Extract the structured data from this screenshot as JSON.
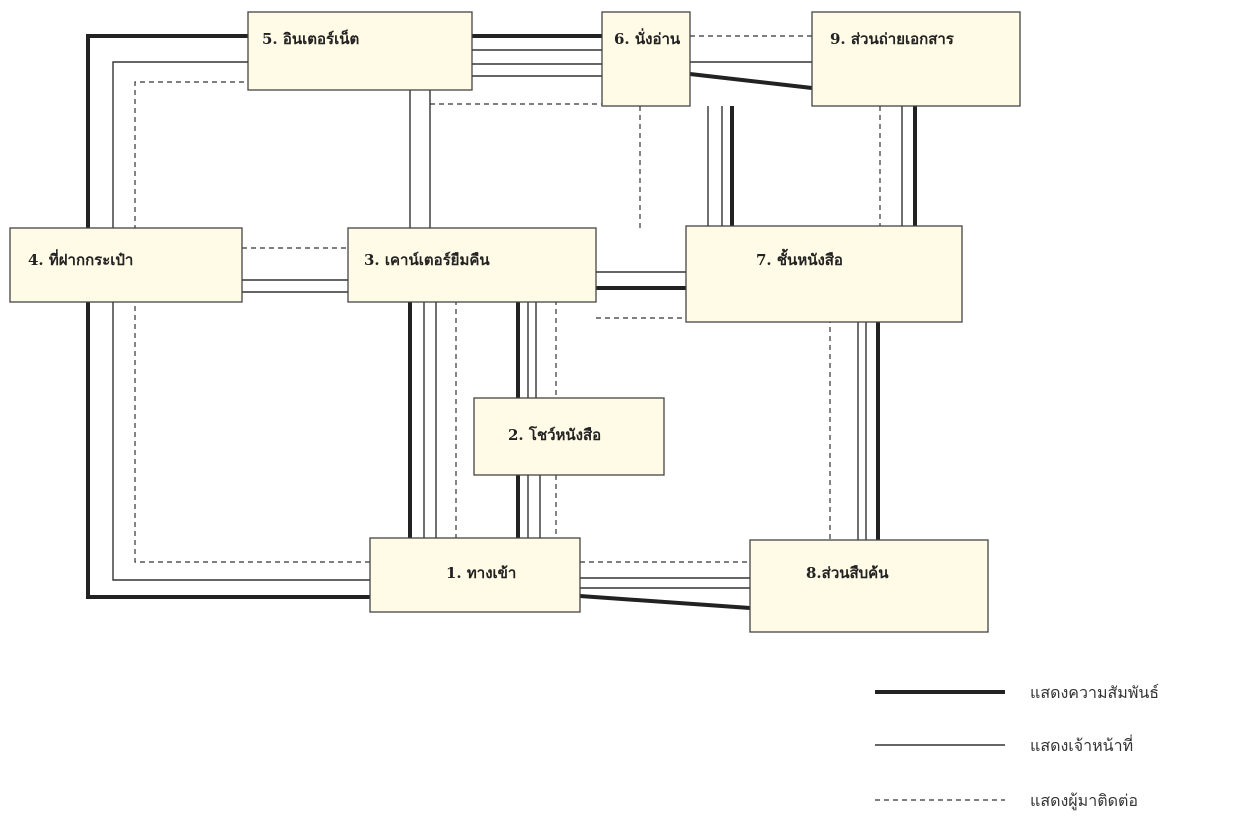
{
  "diagram": {
    "boxes": [
      {
        "id": "entrance",
        "label": "1. ทางเข้า"
      },
      {
        "id": "book-show",
        "label": "2. โชว์หนังสือ"
      },
      {
        "id": "counter",
        "label": "3. เคาน์เตอร์ยืมคืน"
      },
      {
        "id": "bag-deposit",
        "label": "4. ที่ฝากกระเป๋า"
      },
      {
        "id": "internet",
        "label": "5. อินเตอร์เน็ต"
      },
      {
        "id": "reading",
        "label": "6. นั่งอ่าน"
      },
      {
        "id": "bookshelf",
        "label": "7. ชั้นหนังสือ"
      },
      {
        "id": "search",
        "label": "8.ส่วนสืบค้น"
      },
      {
        "id": "copy",
        "label": "9. ส่วนถ่ายเอกสาร"
      }
    ]
  },
  "legend": {
    "relation": "แสดงความสัมพันธ์",
    "staff": "แสดงเจ้าหน้าที่",
    "visitor": "แสดงผู้มาติดต่อ"
  }
}
